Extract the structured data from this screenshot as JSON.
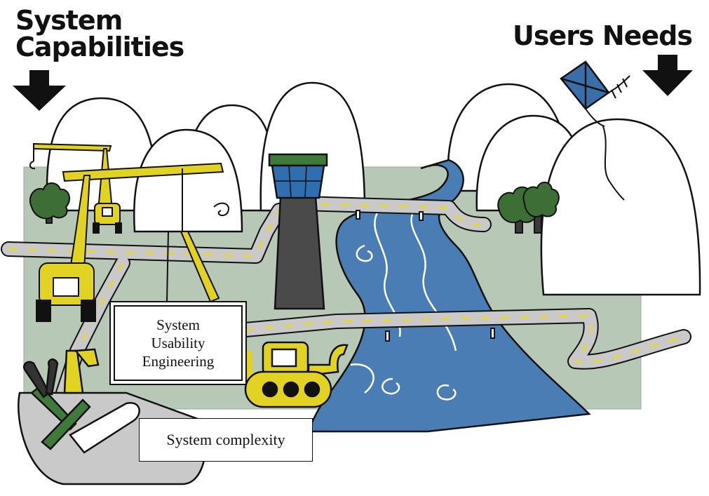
{
  "headings": {
    "left": [
      "System",
      "Capabilities"
    ],
    "right": "Users Needs"
  },
  "labels": {
    "usability": [
      "System",
      "Usability",
      "Engineering"
    ],
    "complexity": "System complexity"
  },
  "colors": {
    "ground": "#b7c8b6",
    "river": "#4a7db3",
    "road": "#c9c9c9",
    "road_dash": "#e8d630",
    "machine_yellow": "#e2d224",
    "tower": "#4a4a4a",
    "tower_cab": "#2f6fb0",
    "tower_roof": "#3e7a3a",
    "tree": "#3d6e35",
    "kite": "#3a6ea8",
    "tool_green": "#3e7a3a"
  },
  "icons": {
    "left_arrow": "arrow-down-icon",
    "right_arrow": "arrow-down-icon",
    "kite": "kite-icon",
    "crane": "crane-icon",
    "tower": "control-tower-icon",
    "bulldozer": "bulldozer-icon",
    "toolbox": "toolbox-icon"
  }
}
